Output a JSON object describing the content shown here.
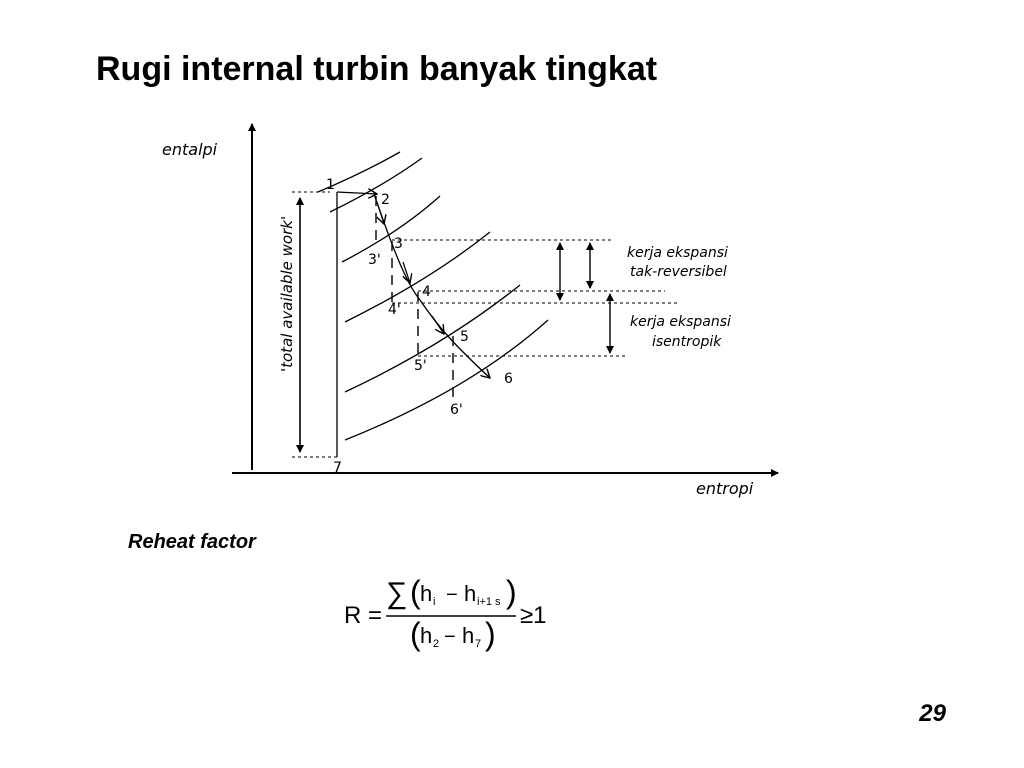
{
  "slide": {
    "title": "Rugi internal turbin banyak tingkat",
    "page_number": "29"
  },
  "diagram": {
    "y_axis_label": "entalpi",
    "x_axis_label": "entropi",
    "total_work_label": "'total available work'",
    "state_points": [
      "1",
      "2",
      "3",
      "3'",
      "4",
      "4'",
      "5",
      "5'",
      "6",
      "6'",
      "7"
    ],
    "annotation_reversible": [
      "kerja ekspansi",
      "tak-reversibel"
    ],
    "annotation_isentropic": [
      "kerja ekspansi",
      "isentropik"
    ]
  },
  "reheat": {
    "label": "Reheat factor",
    "formula": {
      "lhs": "R =",
      "sum_symbol": "∑",
      "numerator_main_1": "h",
      "numerator_sub_1": "i",
      "numerator_operator": "−",
      "numerator_main_2": "h",
      "numerator_sub_2": "i+1 s",
      "denominator_main_1": "h",
      "denominator_sub_1": "2",
      "denominator_operator": "−",
      "denominator_main_2": "h",
      "denominator_sub_2": "7",
      "relation": "≥1"
    }
  }
}
